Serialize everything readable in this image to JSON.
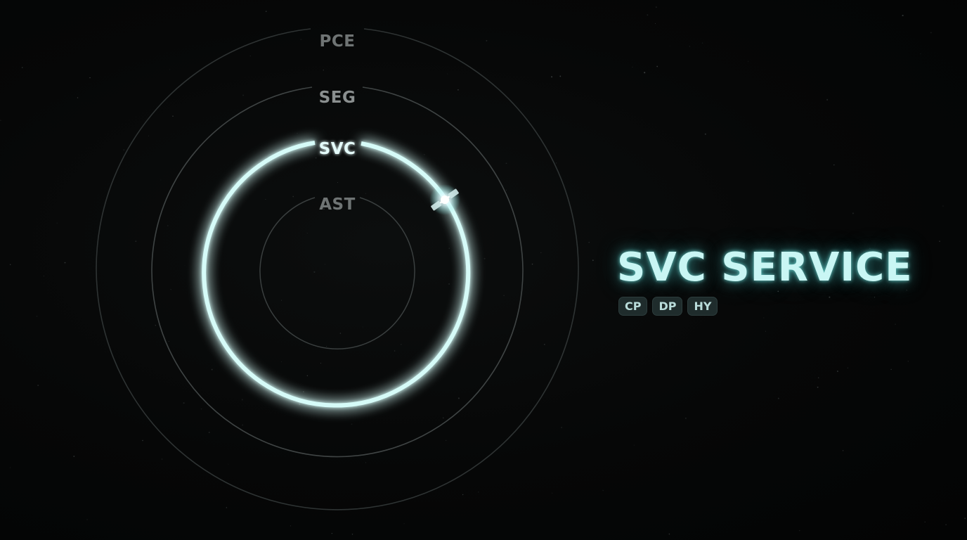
{
  "orbits": [
    {
      "id": "pce",
      "label": "PCE",
      "active": false
    },
    {
      "id": "seg",
      "label": "SEG",
      "active": false
    },
    {
      "id": "svc",
      "label": "SVC",
      "active": true
    },
    {
      "id": "ast",
      "label": "AST",
      "active": false
    }
  ],
  "selected": {
    "title": "SVC SERVICE",
    "tags": [
      "CP",
      "DP",
      "HY"
    ]
  },
  "colors": {
    "active_ring": "#d6fbf8",
    "glow": "#6fe3dc",
    "inactive_ring": "#3b4040",
    "inactive_label": "#8a8f8f",
    "background": "#050606"
  },
  "icons": {
    "satellite": "satellite-icon"
  }
}
